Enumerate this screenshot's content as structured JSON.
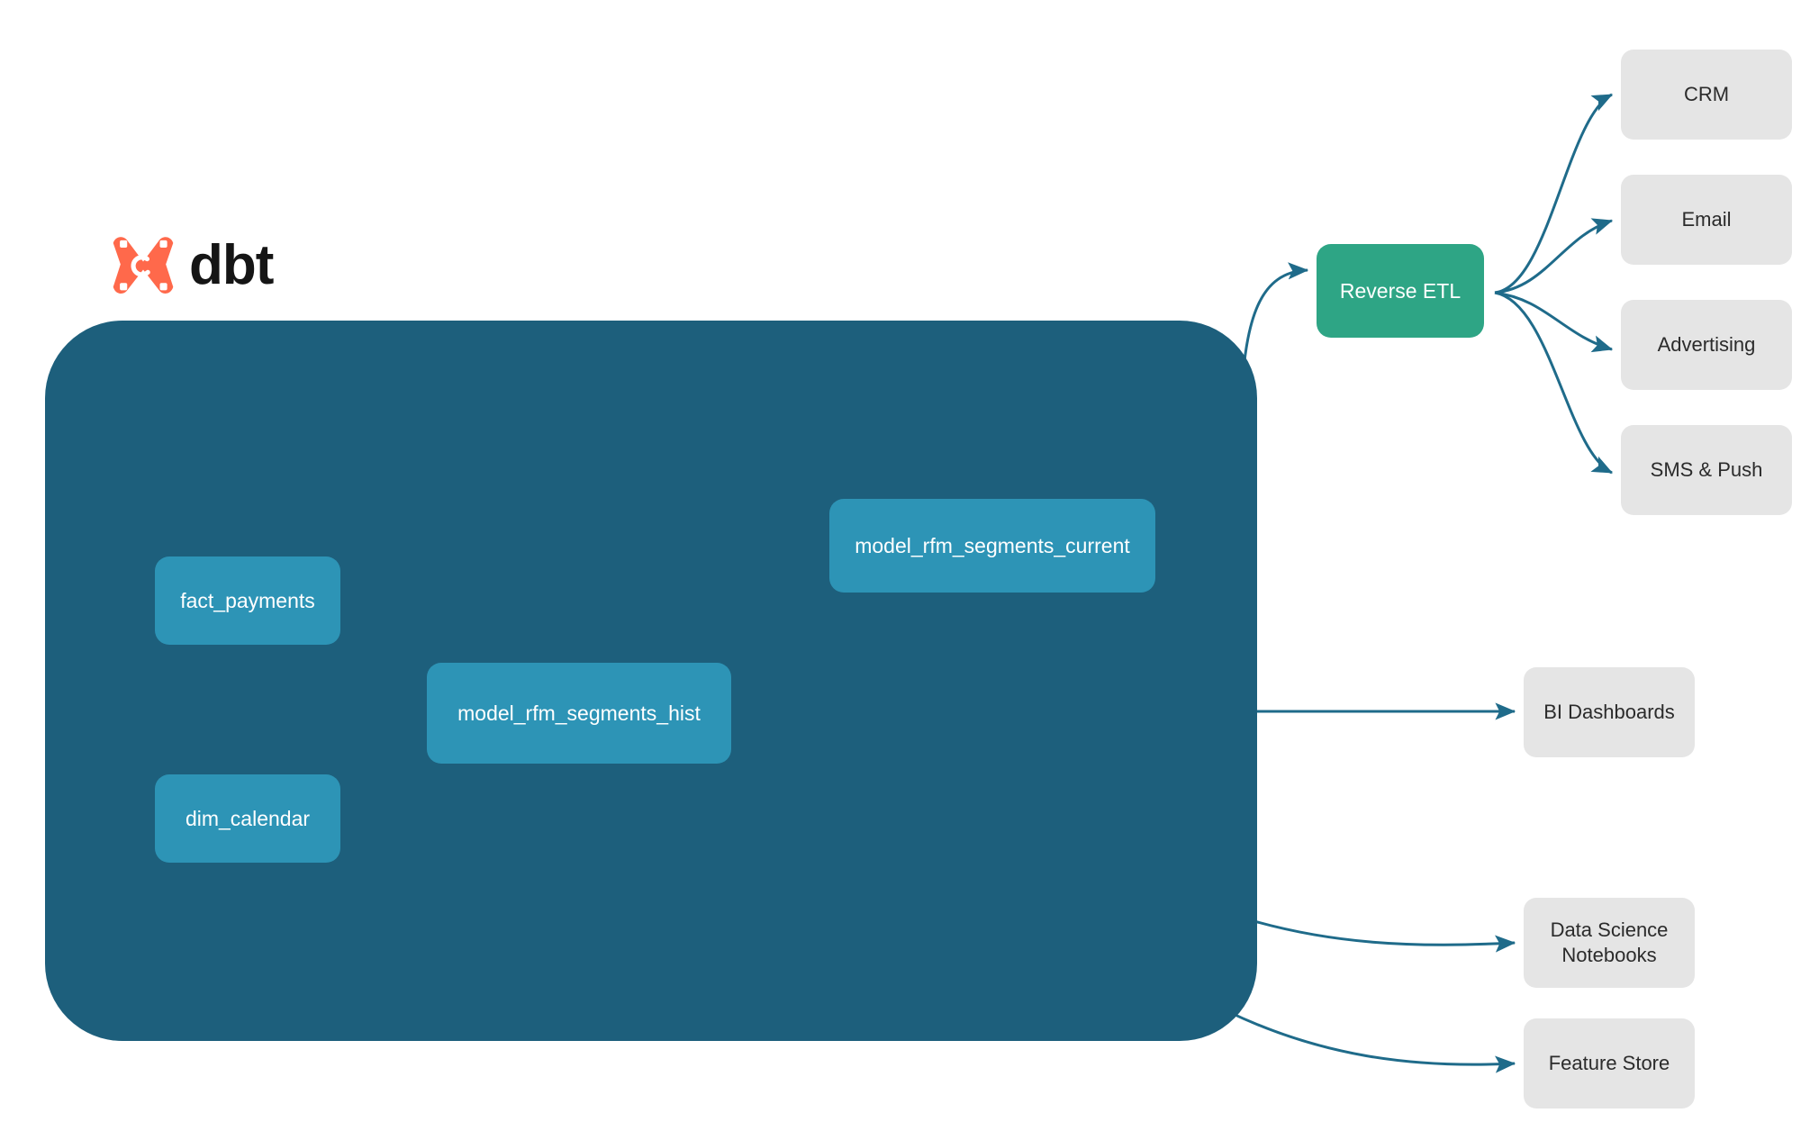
{
  "brand": {
    "name": "dbt",
    "logo_icon": "dbt-logo-icon",
    "logo_color": "#FF694B",
    "wordmark_color": "#151515"
  },
  "colors": {
    "warehouse_fill": "#1d5f7c",
    "model_node_fill": "#2d94b6",
    "reverse_etl_fill": "#2ea585",
    "destination_fill": "#e5e5e5",
    "edge_external": "#1d6versus",
    "edge_outside": "#1f6b8a",
    "edge_inside": "#2f8fb0",
    "page_background": "#ffffff"
  },
  "warehouse": {
    "name": "dbt-warehouse-container",
    "models": [
      {
        "id": "fact_payments",
        "label": "fact_payments"
      },
      {
        "id": "dim_calendar",
        "label": "dim_calendar"
      },
      {
        "id": "model_rfm_segments_hist",
        "label": "model_rfm_segments_hist"
      },
      {
        "id": "model_rfm_segments_current",
        "label": "model_rfm_segments_current"
      }
    ]
  },
  "activation": {
    "reverse_etl": {
      "id": "reverse_etl",
      "label": "Reverse ETL"
    },
    "destinations": [
      {
        "id": "crm",
        "label": "CRM"
      },
      {
        "id": "email",
        "label": "Email"
      },
      {
        "id": "advertising",
        "label": "Advertising"
      },
      {
        "id": "sms_push",
        "label": "SMS & Push"
      }
    ]
  },
  "consumers": [
    {
      "id": "bi_dashboards",
      "label": "BI Dashboards"
    },
    {
      "id": "ds_notebooks",
      "label": "Data Science\nNotebooks"
    },
    {
      "id": "feature_store",
      "label": "Feature Store"
    }
  ],
  "edges": [
    {
      "from": "fact_payments",
      "to": "model_rfm_segments_hist",
      "style": "inside"
    },
    {
      "from": "dim_calendar",
      "to": "model_rfm_segments_hist",
      "style": "inside"
    },
    {
      "from": "model_rfm_segments_hist",
      "to": "model_rfm_segments_current",
      "style": "inside"
    },
    {
      "from": "model_rfm_segments_current",
      "to": "reverse_etl",
      "style": "outside"
    },
    {
      "from": "model_rfm_segments_hist",
      "to": "bi_dashboards",
      "style": "outside"
    },
    {
      "from": "model_rfm_segments_hist",
      "to": "ds_notebooks",
      "style": "outside"
    },
    {
      "from": "model_rfm_segments_hist",
      "to": "feature_store",
      "style": "outside"
    },
    {
      "from": "reverse_etl",
      "to": "crm",
      "style": "outside"
    },
    {
      "from": "reverse_etl",
      "to": "email",
      "style": "outside"
    },
    {
      "from": "reverse_etl",
      "to": "advertising",
      "style": "outside"
    },
    {
      "from": "reverse_etl",
      "to": "sms_push",
      "style": "outside"
    }
  ]
}
